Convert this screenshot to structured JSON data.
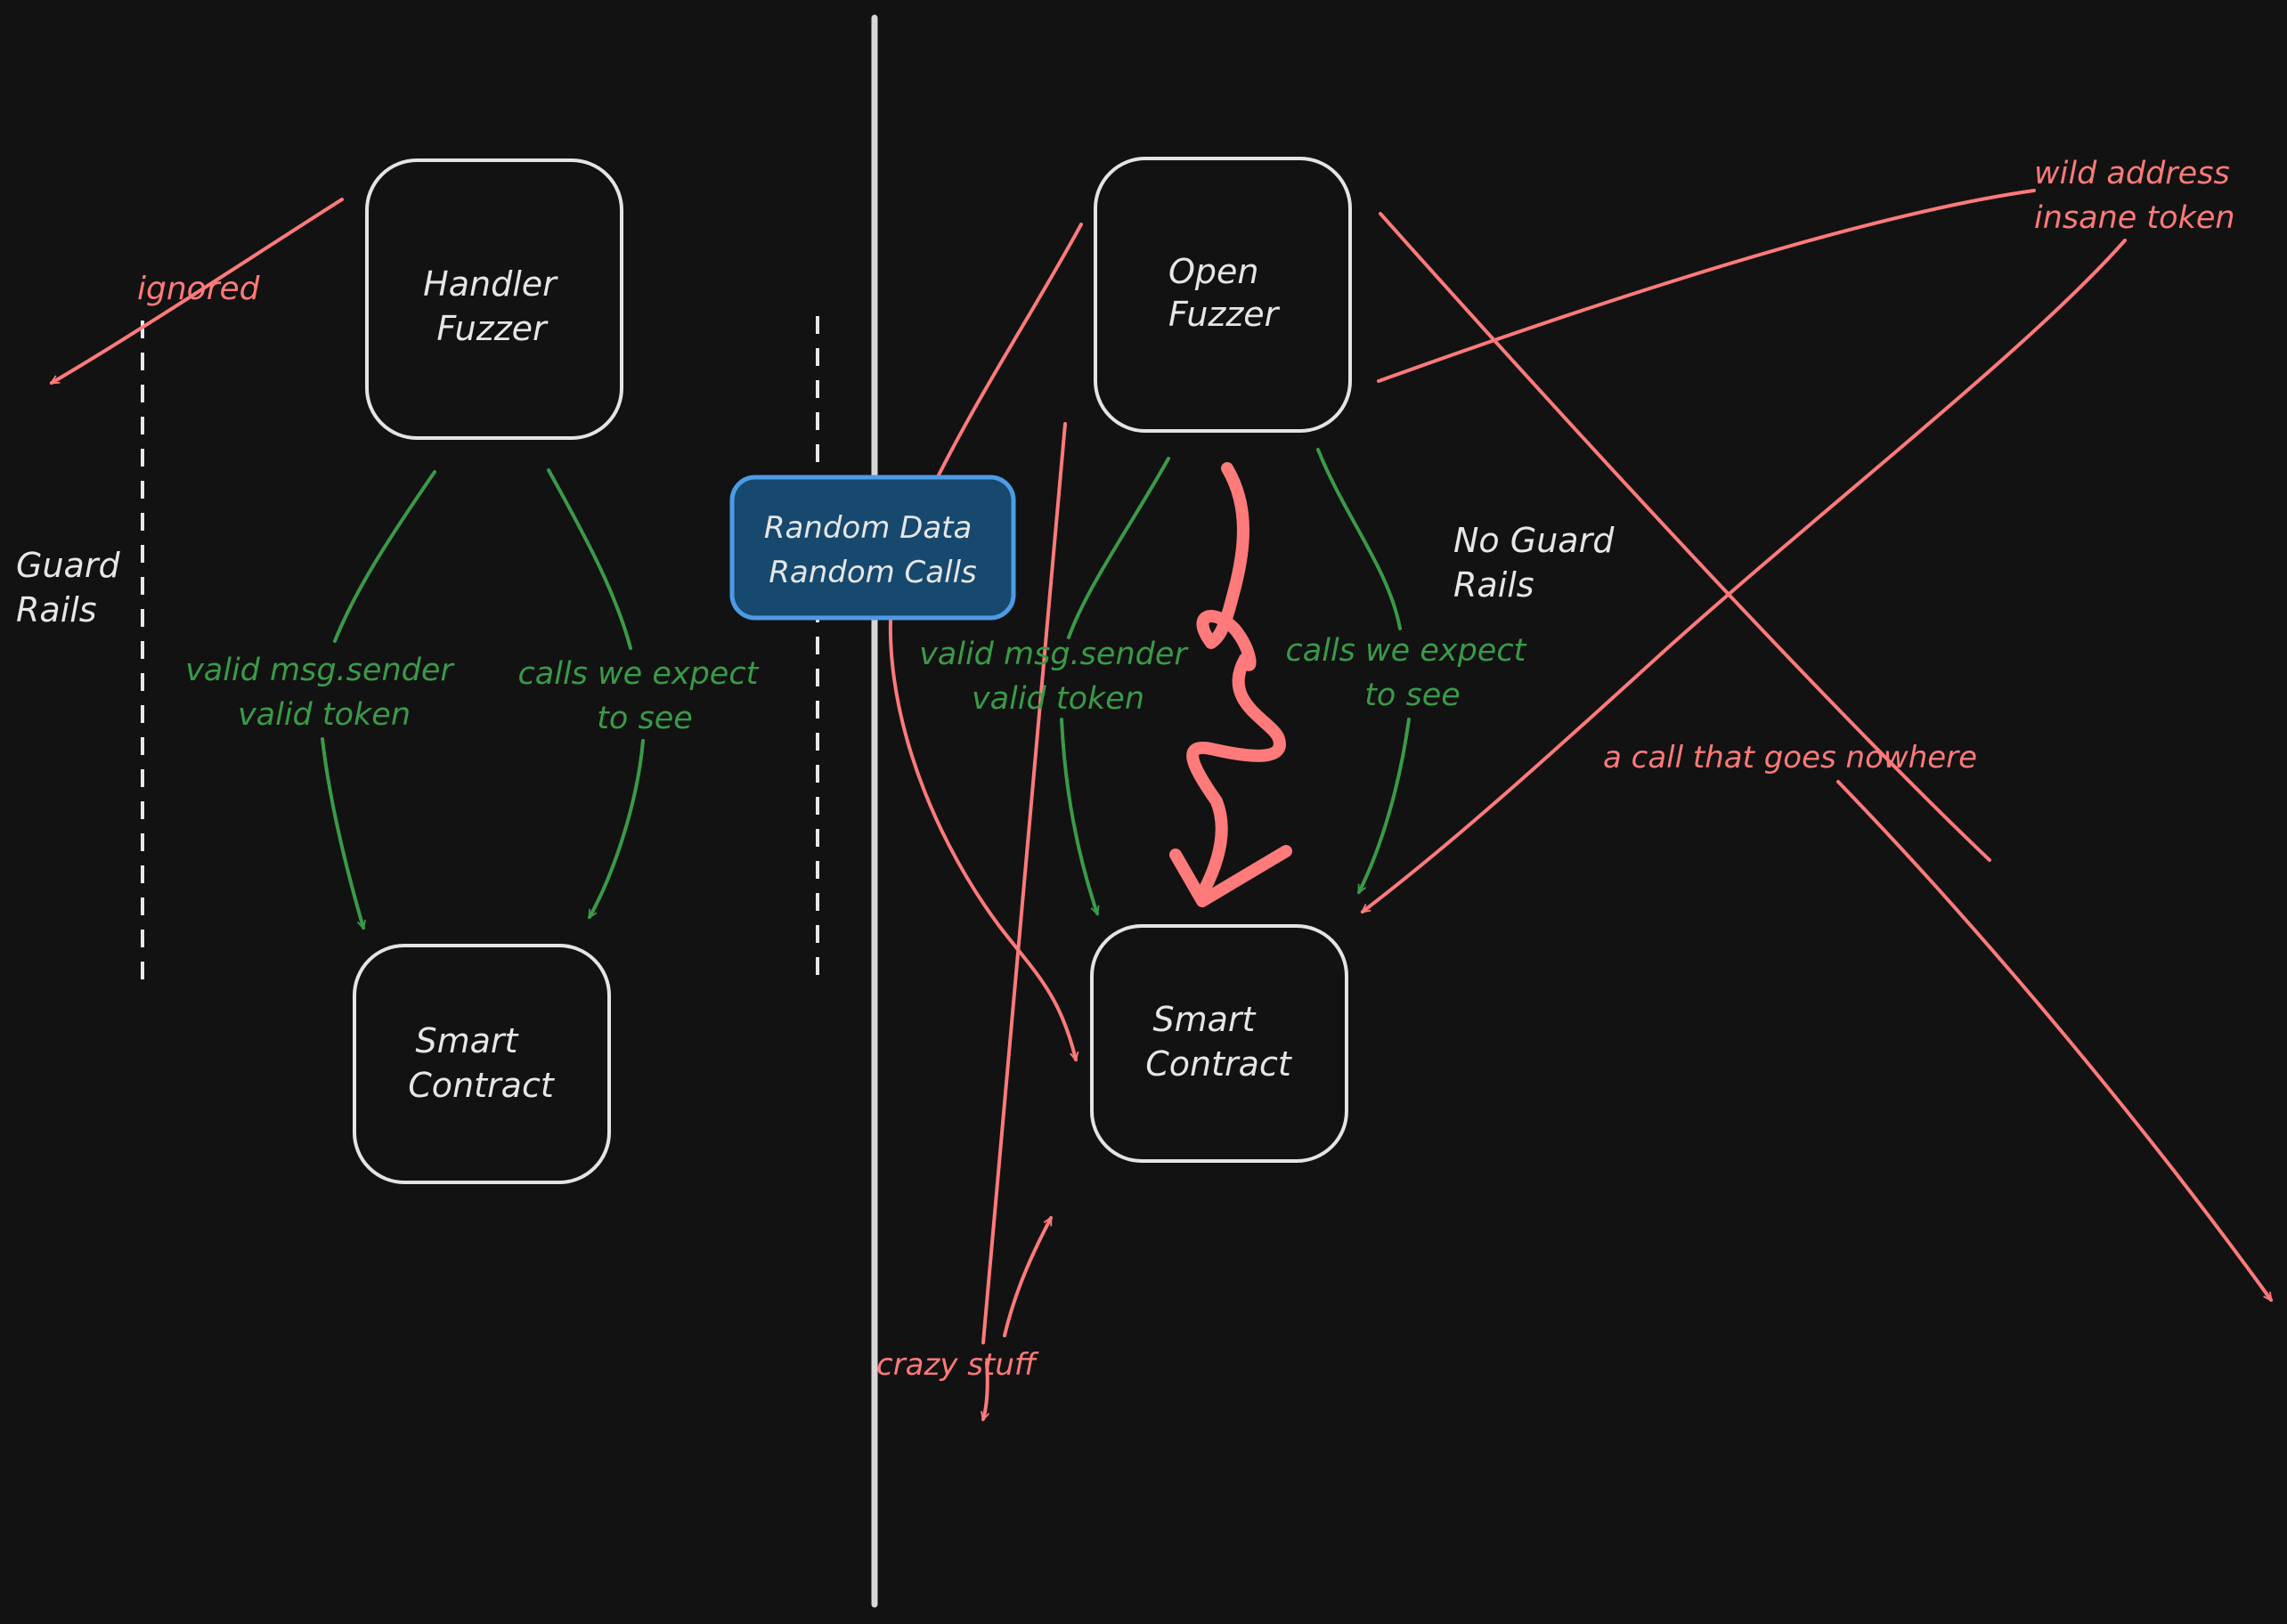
{
  "left": {
    "handler_box": [
      "Handler",
      "Fuzzer"
    ],
    "contract_box": [
      "Smart",
      "Contract"
    ],
    "guard_rails": [
      "Guard",
      "Rails"
    ],
    "ignored": "ignored",
    "green_left": [
      "valid msg.sender",
      "valid token"
    ],
    "green_right": [
      "calls we expect",
      "to see"
    ]
  },
  "center": {
    "tag": [
      "Random Data",
      "Random Calls"
    ]
  },
  "right": {
    "open_box": [
      "Open",
      "Fuzzer"
    ],
    "contract_box": [
      "Smart",
      "Contract"
    ],
    "no_guard_rails": [
      "No Guard",
      "Rails"
    ],
    "green_left": [
      "valid msg.sender",
      "valid token"
    ],
    "green_right": [
      "calls we expect",
      "to see"
    ],
    "wild": [
      "wild address",
      "insane token"
    ],
    "nowhere": "a call that goes nowhere",
    "crazy": "crazy stuff"
  },
  "colors": {
    "background": "#121212",
    "box_stroke": "#e4e4e4",
    "green": "#3a9a48",
    "red": "#ff7a7a",
    "tag_fill": "#17496f",
    "tag_stroke": "#4d9be6"
  }
}
